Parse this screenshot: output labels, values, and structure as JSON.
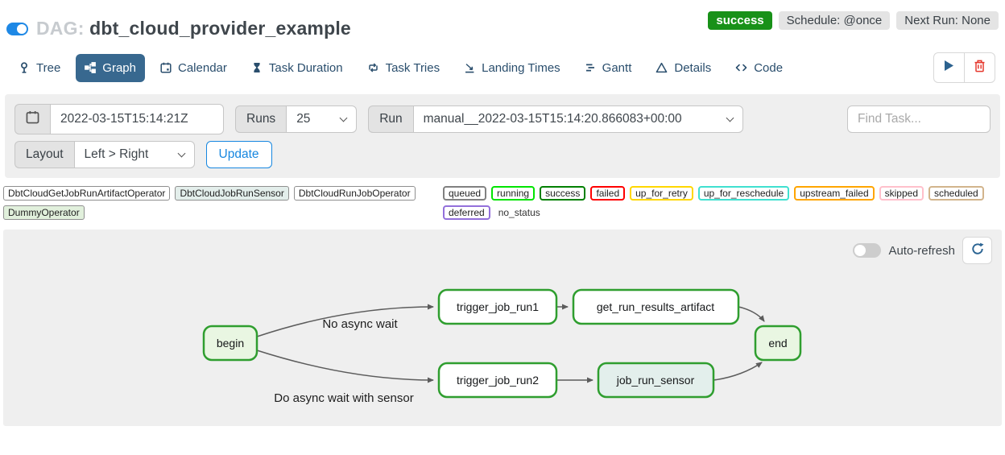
{
  "header": {
    "dag_prefix": "DAG:",
    "dag_name": "dbt_cloud_provider_example",
    "status_badge": "success",
    "schedule_badge": "Schedule: @once",
    "next_run_badge": "Next Run: None"
  },
  "tabs": [
    {
      "label": "Tree",
      "icon": "pin-icon"
    },
    {
      "label": "Graph",
      "icon": "sitemap-icon",
      "active": true
    },
    {
      "label": "Calendar",
      "icon": "calendar-icon"
    },
    {
      "label": "Task Duration",
      "icon": "hourglass-icon"
    },
    {
      "label": "Task Tries",
      "icon": "retweet-icon"
    },
    {
      "label": "Landing Times",
      "icon": "plane-landing-icon"
    },
    {
      "label": "Gantt",
      "icon": "gantt-bars-icon"
    },
    {
      "label": "Details",
      "icon": "triangle-icon"
    },
    {
      "label": "Code",
      "icon": "code-brackets-icon"
    }
  ],
  "actions": {
    "play": "play-icon",
    "delete": "trash-icon"
  },
  "filters": {
    "base_date": "2022-03-15T15:14:21Z",
    "runs_label": "Runs",
    "runs_value": "25",
    "run_label": "Run",
    "run_value": "manual__2022-03-15T15:14:20.866083+00:00",
    "find_task_placeholder": "Find Task...",
    "layout_label": "Layout",
    "layout_value": "Left > Right",
    "update_label": "Update"
  },
  "legend": {
    "operators": [
      {
        "label": "DbtCloudGetJobRunArtifactOperator",
        "bg": "#ffffff"
      },
      {
        "label": "DbtCloudJobRunSensor",
        "bg": "#e3eeeb"
      },
      {
        "label": "DbtCloudRunJobOperator",
        "bg": "#ffffff"
      },
      {
        "label": "DummyOperator",
        "bg": "#e1f0dc"
      }
    ],
    "statuses": [
      {
        "label": "queued",
        "color": "#808080"
      },
      {
        "label": "running",
        "color": "#00e400"
      },
      {
        "label": "success",
        "color": "#028002"
      },
      {
        "label": "failed",
        "color": "#ff0000"
      },
      {
        "label": "up_for_retry",
        "color": "#ffd700"
      },
      {
        "label": "up_for_reschedule",
        "color": "#40e0d0"
      },
      {
        "label": "upstream_failed",
        "color": "#ffa500"
      },
      {
        "label": "skipped",
        "color": "#ffc0cb"
      },
      {
        "label": "scheduled",
        "color": "#d2b48c"
      },
      {
        "label": "deferred",
        "color": "#9370db"
      }
    ],
    "no_status_label": "no_status"
  },
  "graph": {
    "auto_refresh_label": "Auto-refresh",
    "refresh_icon": "refresh-icon",
    "nodes": [
      {
        "label": "begin",
        "fill": "#e9f6e2"
      },
      {
        "label": "trigger_job_run1",
        "fill": "#ffffff"
      },
      {
        "label": "get_run_results_artifact",
        "fill": "#ffffff"
      },
      {
        "label": "trigger_job_run2",
        "fill": "#ffffff"
      },
      {
        "label": "job_run_sensor",
        "fill": "#e3efec"
      },
      {
        "label": "end",
        "fill": "#e9f6e2"
      }
    ],
    "edge_labels": [
      "No async wait",
      "Do async wait with sensor"
    ]
  },
  "colors": {
    "accent_blue": "#1787e0",
    "active_tab": "#38688f",
    "success_green": "#189118",
    "node_border": "#2f9e2f",
    "edge": "#5c5c5c",
    "toggle_on": "#1e88e5"
  }
}
